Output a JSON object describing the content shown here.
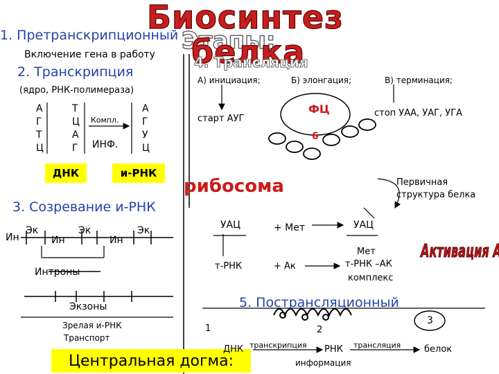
{
  "title": {
    "line1": "Биосинтез",
    "line2": "белка"
  },
  "stages_ghost": "Этапы:",
  "left": {
    "step1": "1. Претранскрипционный",
    "step1_sub": "Включение гена в работу",
    "step2": "2. Транскрипция",
    "step2_sub": "(ядро, РНК-полимераза)",
    "dna_col1": [
      "А",
      "Г",
      "Т",
      "Ц"
    ],
    "dna_col2": [
      "Т",
      "Ц",
      "А",
      "Г"
    ],
    "rna_col": [
      "А",
      "Г",
      "У",
      "Ц"
    ],
    "compl": "Компл.",
    "inf": "ИНФ.",
    "dna_label": "ДНК",
    "mrna_label": "и-РНК",
    "step3": "3. Созревание и-РНК",
    "gene_labels": [
      "Ин",
      "Эк",
      "Ин",
      "Эк",
      "Ин",
      "Эк"
    ],
    "introns": "Интроны",
    "exons": "Экзоны",
    "mature": "Зрелая и-РНК",
    "transport": "Транспорт",
    "dogma": "Центральная догма:"
  },
  "right": {
    "step4": "4. Трансляция",
    "phase_a": "А) инициация;",
    "phase_b": "Б) элонгация;",
    "phase_c": "В) терминация;",
    "start": "старт АУГ",
    "fc": "ФЦ",
    "six": "6",
    "stop": "стоп УАА, УАГ, УГА",
    "ribosome": "рибосома",
    "primary": [
      "Первичная",
      "структура белка"
    ],
    "uac1": "УАЦ",
    "plus_met": "+ Мет",
    "uac2": "УАЦ",
    "trna": "т-РНК",
    "plus_ak": "+ Ак",
    "met": "Мет",
    "trna_ak": "т-РНК –АК",
    "complex": "комплекс",
    "activation": "Активация АК",
    "step5": "5. Пострансляционный",
    "n1": "1",
    "n2": "2",
    "n3": "3",
    "dna": "ДНК",
    "transcription": "транскрипция",
    "rna": "РНК",
    "information": "информация",
    "translation": "трансляция",
    "protein": "белок"
  },
  "colors": {
    "red": "#cc1a1a",
    "blue": "#2342a6",
    "yellow": "#ffff00",
    "title_red": "#c81e1e"
  }
}
